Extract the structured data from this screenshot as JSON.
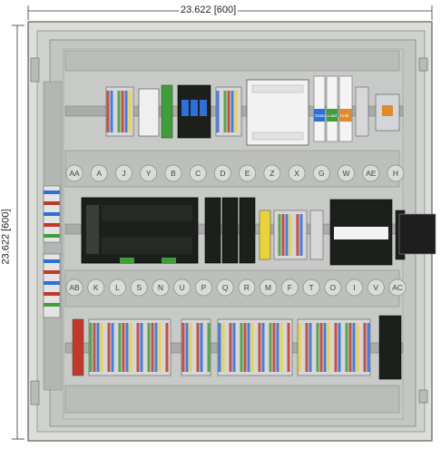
{
  "dimensions": {
    "width_label": "23.622 [600]",
    "height_label": "23.622 [600]"
  },
  "row1_labels": [
    "AA",
    "A",
    "J",
    "Y",
    "B",
    "C",
    "D",
    "E",
    "Z",
    "X",
    "G",
    "W",
    "AE",
    "H"
  ],
  "row2_labels": [
    "AB",
    "K",
    "L",
    "S",
    "N",
    "U",
    "P",
    "Q",
    "R",
    "M",
    "F",
    "T",
    "O",
    "I",
    "V",
    "AC"
  ],
  "module_texts": [
    "Status",
    "Load",
    "Hold"
  ],
  "colors": {
    "enclosure": "#d9dcd6",
    "backplate": "#c3c6c2",
    "din_rail": "#a9aca9",
    "plc_body": "#1c1f1c",
    "terminal_red": "#c0392b",
    "terminal_blue": "#2e6fd8",
    "terminal_gray": "#d7d7d7",
    "terminal_green": "#3f9d3a",
    "terminal_yellow": "#e9d23a"
  }
}
